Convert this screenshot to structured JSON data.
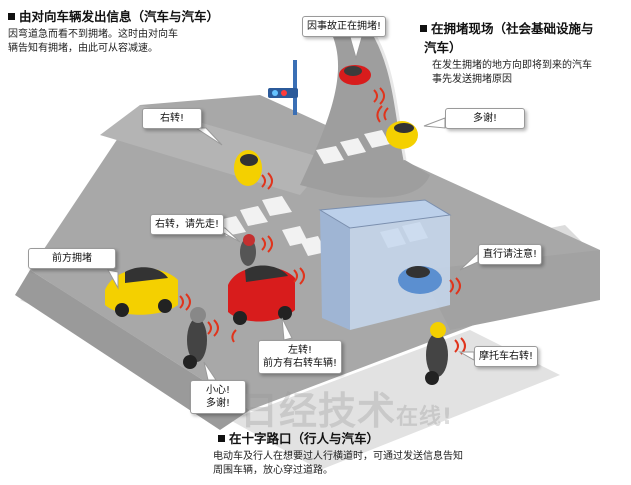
{
  "sections": {
    "car_to_car": {
      "heading": "由对向车辆发出信息（汽车与汽车）",
      "description_line1": "因弯道急而看不到拥堵。这时由对向车",
      "description_line2": "辆告知有拥堵，由此可从容减速。"
    },
    "congestion_site": {
      "heading_line1": "在拥堵现场（社会基础设施与",
      "heading_line2": "汽车）",
      "description_line1": "在发生拥堵的地方向即将到来的汽车",
      "description_line2": "事先发送拥堵原因"
    },
    "intersection": {
      "heading": "在十字路口（行人与汽车）",
      "description_line1": "电动车及行人在想要过人行横道时，可通过发送信息告知",
      "description_line2": "周围车辆，放心穿过道路。"
    }
  },
  "bubbles": {
    "accident": "因事故正在拥堵!",
    "thanks_top": "多谢!",
    "turn_right": "右转!",
    "turn_right_go_first": "右转，请先走!",
    "congestion_ahead": "前方拥堵",
    "left_turn_line1": "左转!",
    "left_turn_line2": "前方有右转车辆!",
    "careful_line1": "小心!",
    "careful_line2": "多谢!",
    "go_straight": "直行请注意!",
    "motorcycle_right": "摩托车右转!"
  },
  "watermark": {
    "main": "日经技术",
    "small": "在线!"
  },
  "colors": {
    "road": "#a9a9a9",
    "sidewalk": "#dcdcdc",
    "yellow_car": "#f4d000",
    "red_car": "#d81c1c",
    "blue_car": "#5b8fd0",
    "signal_wave": "#e0341c"
  }
}
